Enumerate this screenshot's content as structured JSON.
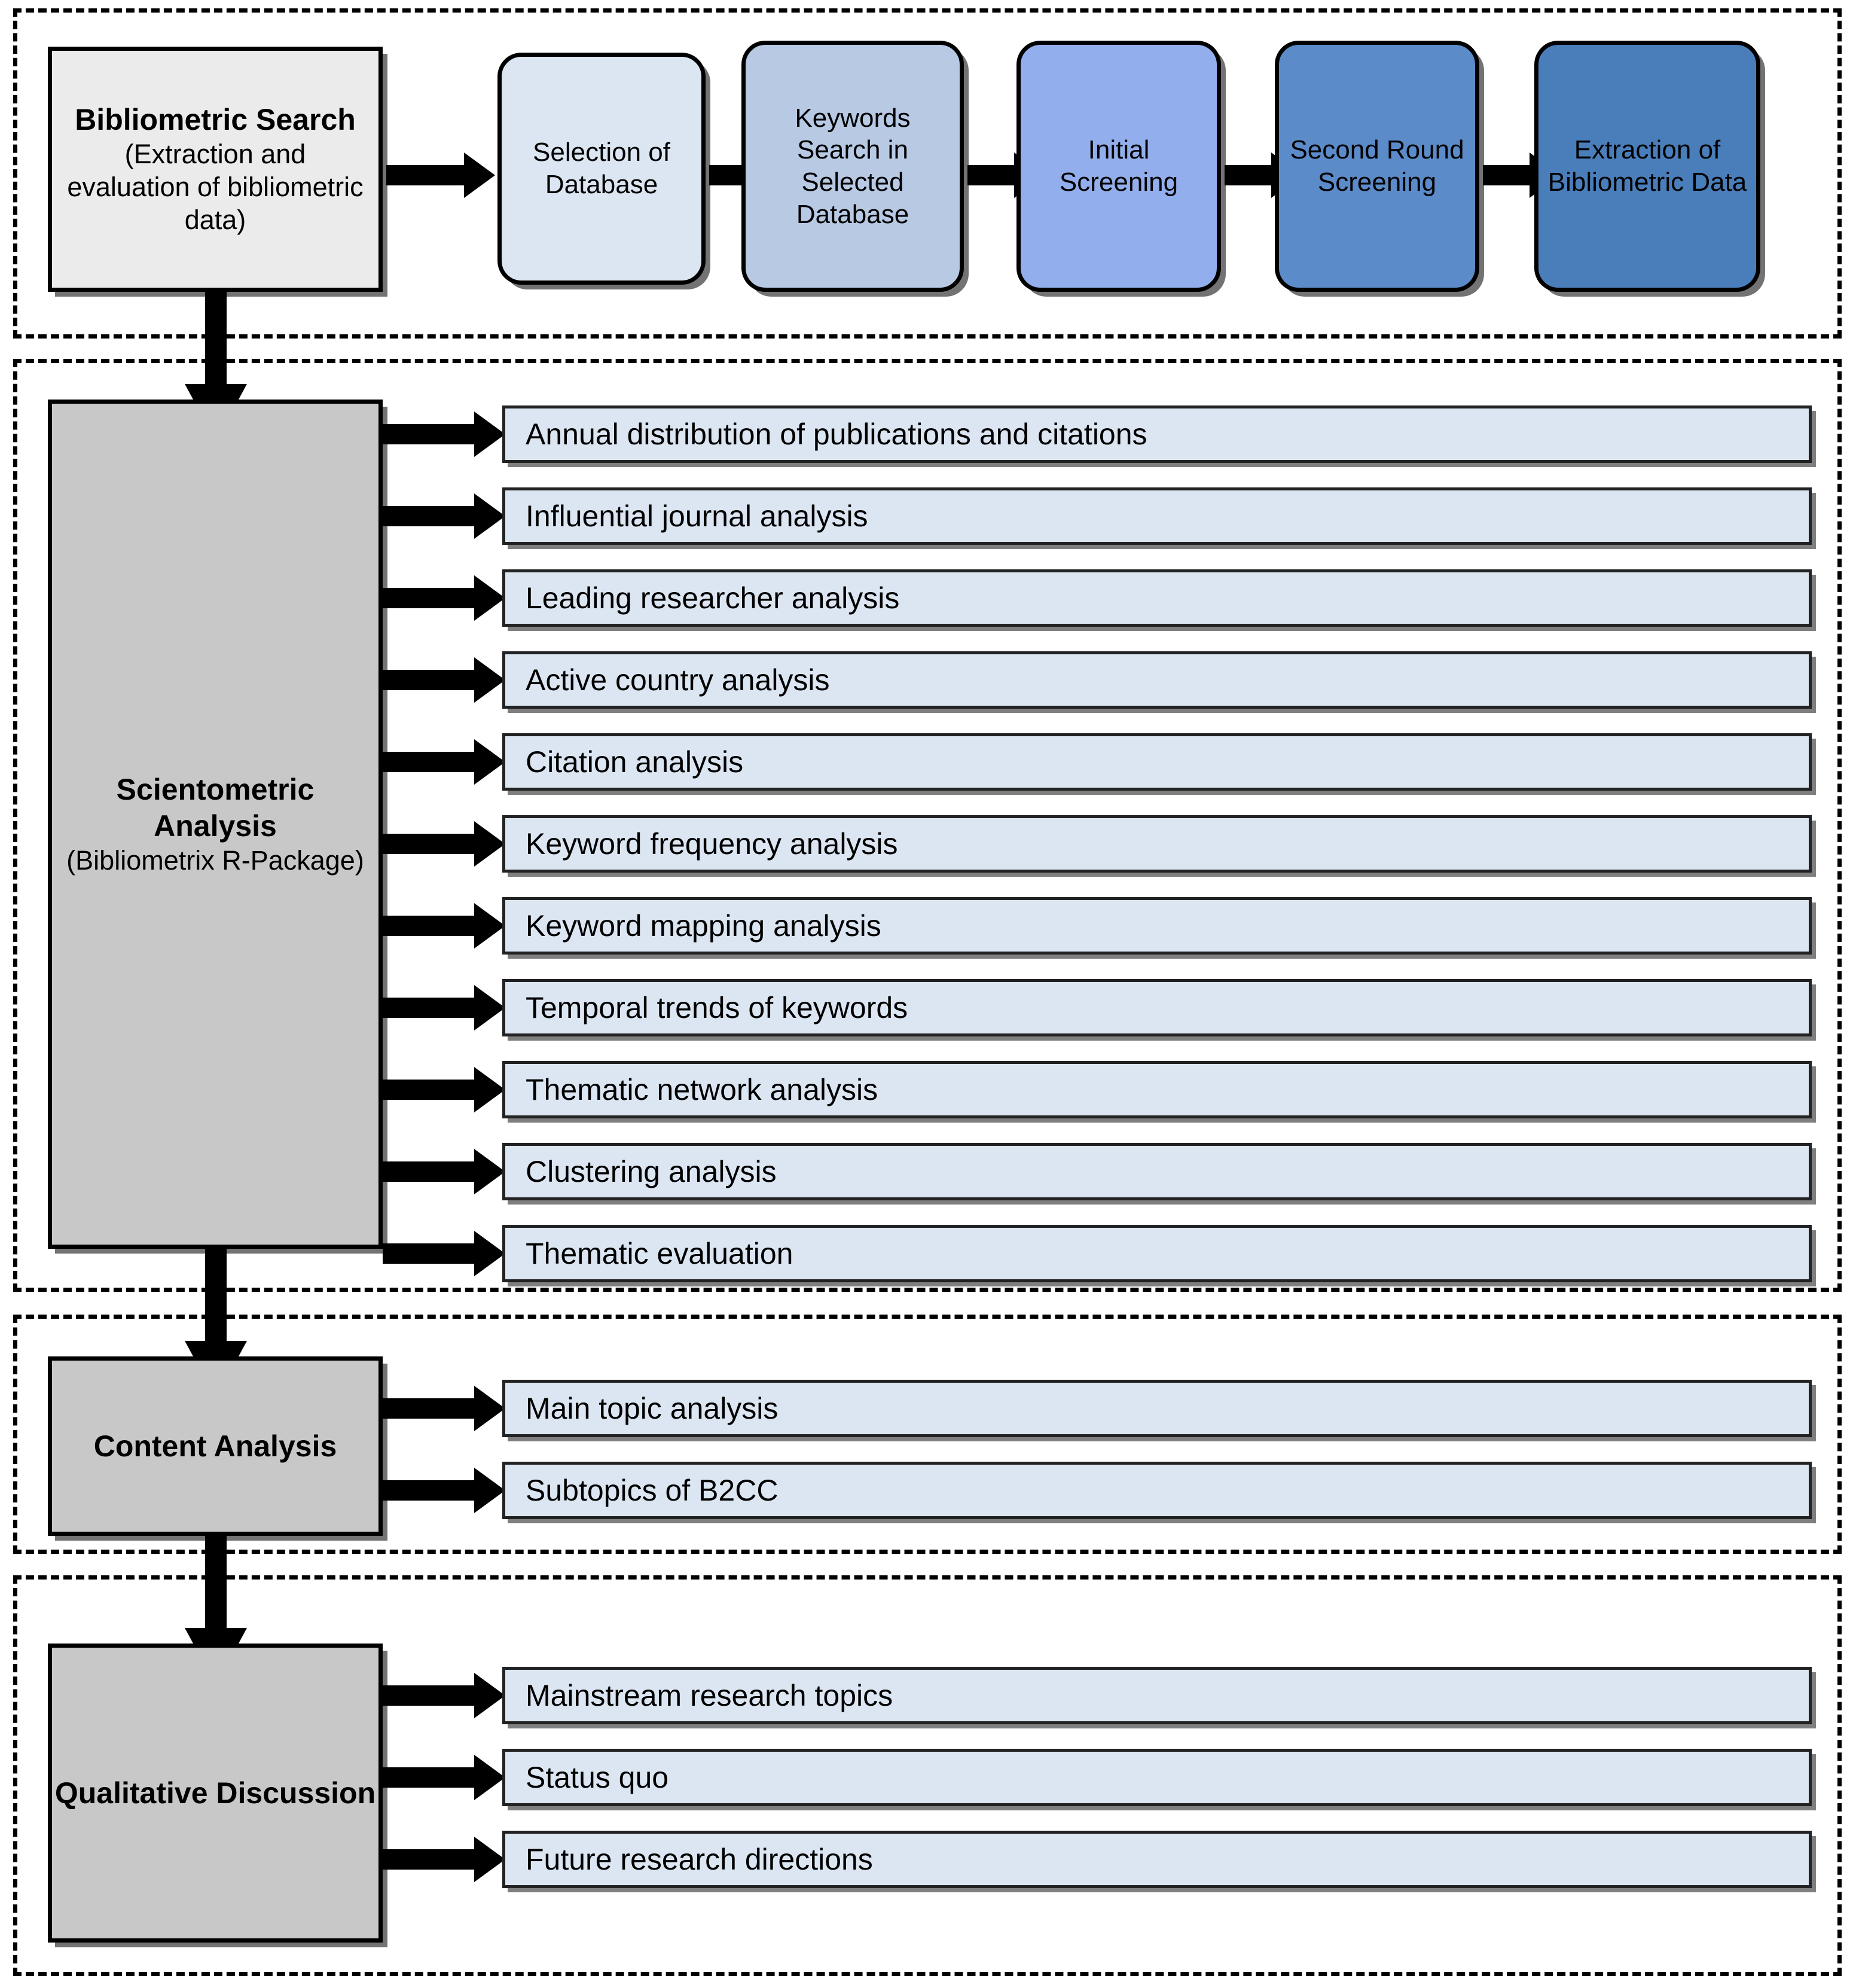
{
  "diagram": {
    "title": "Bibliometric research methodology flowchart",
    "colors": {
      "start_box": "#ebebeb",
      "driver_box": "#c8c8c8",
      "result_bar": "#dce6f2",
      "stage_1": "#dce6f2",
      "stage_2": "#b8c9e4",
      "stage_3": "#93aeec",
      "stage_4": "#5b8bc9",
      "stage_5": "#4a7ebb",
      "outline": "#000000"
    }
  },
  "panels": [
    {
      "id": "panel-bibliometric-search"
    },
    {
      "id": "panel-scientometric-analysis"
    },
    {
      "id": "panel-content-analysis"
    },
    {
      "id": "panel-qualitative-discussion"
    }
  ],
  "bibliometric_search": {
    "start": {
      "title": "Bibliometric Search",
      "subtitle": "(Extraction and evaluation of bibliometric data)"
    },
    "stages": [
      {
        "label": "Selection of Database",
        "color": "#dce6f2"
      },
      {
        "label": "Keywords Search in Selected Database",
        "color": "#b8c9e4"
      },
      {
        "label": "Initial Screening",
        "color": "#93aeec"
      },
      {
        "label": "Second Round Screening",
        "color": "#5b8bc9"
      },
      {
        "label": "Extraction of Bibliometric Data",
        "color": "#4a7ebb"
      }
    ]
  },
  "scientometric_analysis": {
    "driver": {
      "title": "Scientometric Analysis",
      "subtitle": "(Bibliometrix R-Package)"
    },
    "outputs": [
      "Annual distribution of publications and citations",
      "Influential journal analysis",
      "Leading researcher analysis",
      "Active country analysis",
      "Citation analysis",
      "Keyword frequency analysis",
      "Keyword mapping analysis",
      "Temporal trends of keywords",
      "Thematic network analysis",
      "Clustering analysis",
      "Thematic evaluation"
    ]
  },
  "content_analysis": {
    "driver": {
      "title": "Content Analysis"
    },
    "outputs": [
      "Main topic analysis",
      "Subtopics of B2CC"
    ]
  },
  "qualitative_discussion": {
    "driver": {
      "title": "Qualitative Discussion"
    },
    "outputs": [
      "Mainstream research topics",
      "Status quo",
      "Future research directions"
    ]
  }
}
